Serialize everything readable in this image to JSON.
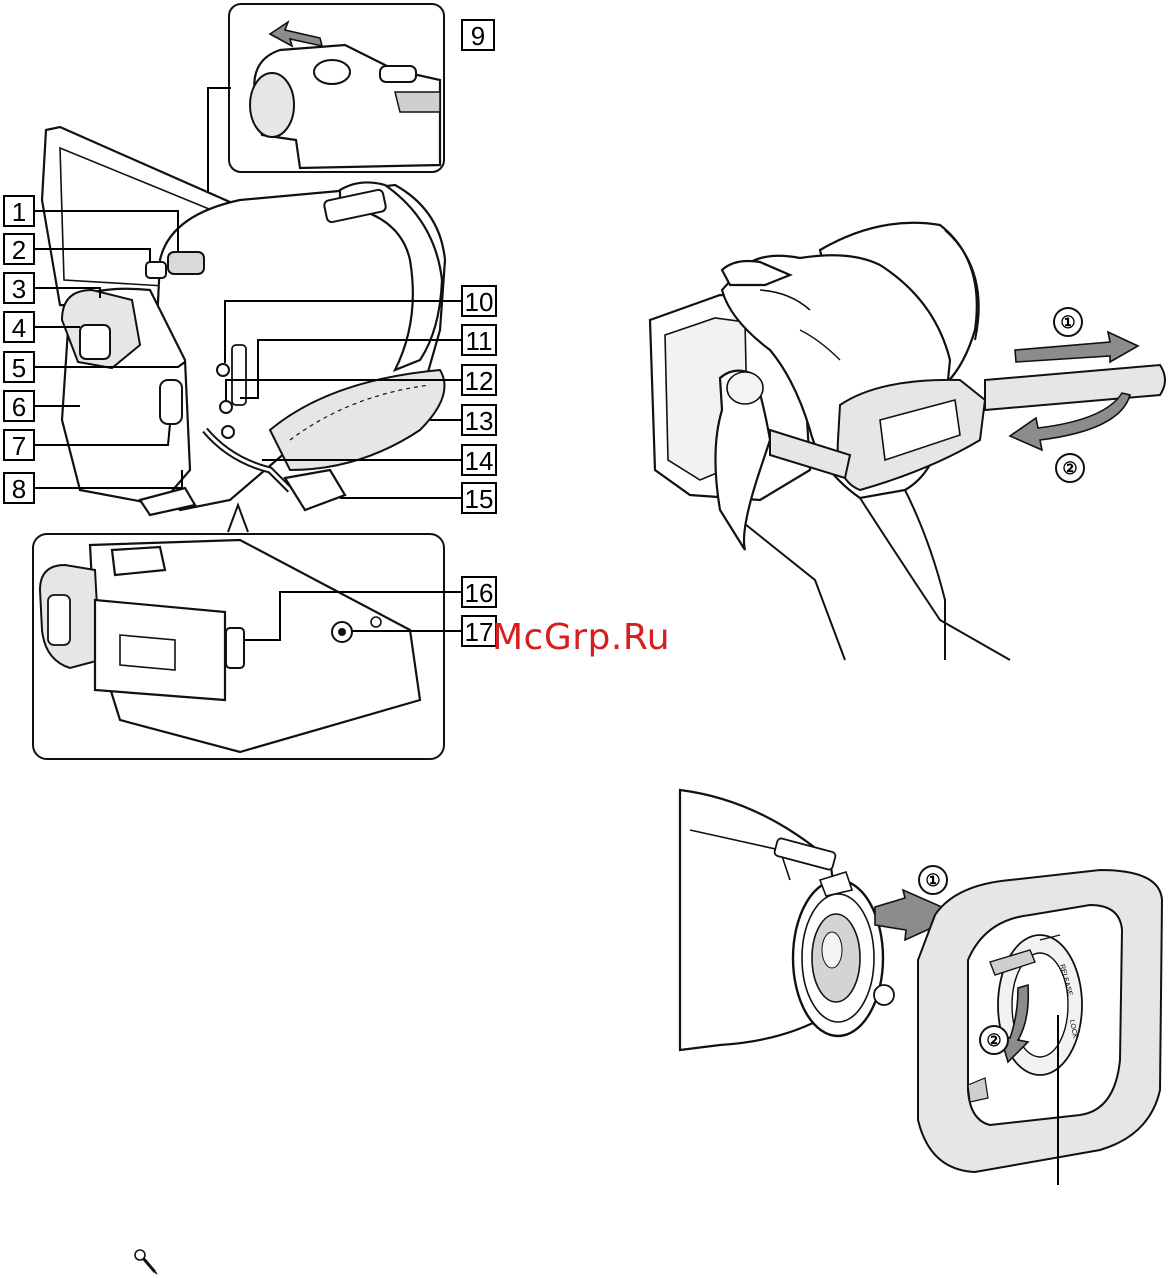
{
  "callouts": [
    {
      "id": "1",
      "label": "1"
    },
    {
      "id": "2",
      "label": "2"
    },
    {
      "id": "3",
      "label": "3"
    },
    {
      "id": "4",
      "label": "4"
    },
    {
      "id": "5",
      "label": "5"
    },
    {
      "id": "6",
      "label": "6"
    },
    {
      "id": "7",
      "label": "7"
    },
    {
      "id": "8",
      "label": "8"
    },
    {
      "id": "9",
      "label": "9"
    },
    {
      "id": "10",
      "label": "10"
    },
    {
      "id": "11",
      "label": "11"
    },
    {
      "id": "12",
      "label": "12"
    },
    {
      "id": "13",
      "label": "13"
    },
    {
      "id": "14",
      "label": "14"
    },
    {
      "id": "15",
      "label": "15"
    },
    {
      "id": "16",
      "label": "16"
    },
    {
      "id": "17",
      "label": "17"
    }
  ],
  "steps": {
    "strap_step1": "①",
    "strap_step2": "②",
    "hood_step1": "①",
    "hood_step2": "②"
  },
  "hood_ring_text": {
    "release": "RELEASE",
    "lock": "LOCK"
  },
  "watermark": "McGrp.Ru",
  "icons": {
    "footer": "microphone-icon"
  },
  "colors": {
    "watermark": "#d61e1e",
    "arrow_grey": "#8c8c8c",
    "outline": "#111111"
  }
}
